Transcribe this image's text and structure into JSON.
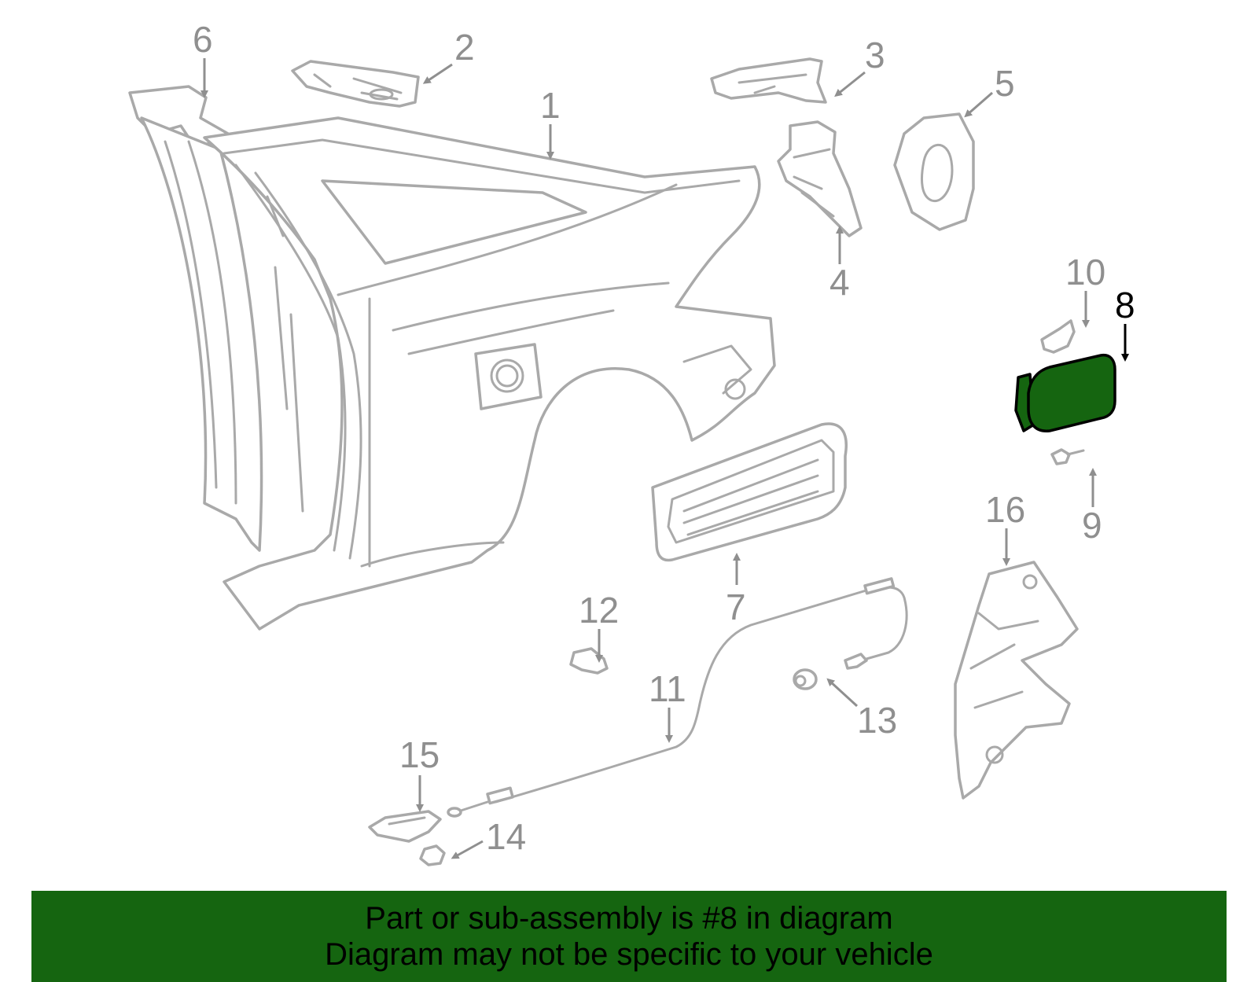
{
  "diagram": {
    "labels": [
      "1",
      "2",
      "3",
      "4",
      "5",
      "6",
      "7",
      "8",
      "9",
      "10",
      "11",
      "12",
      "13",
      "14",
      "15",
      "16"
    ],
    "highlighted_part": "8",
    "colors": {
      "highlight": "#156510",
      "line_art": "#a9a9a9",
      "label": "#8f8f8f",
      "highlight_label": "#000000"
    }
  },
  "banner": {
    "line1": "Part or sub-assembly is #8 in diagram",
    "line2": "Diagram may not be specific to your vehicle"
  }
}
